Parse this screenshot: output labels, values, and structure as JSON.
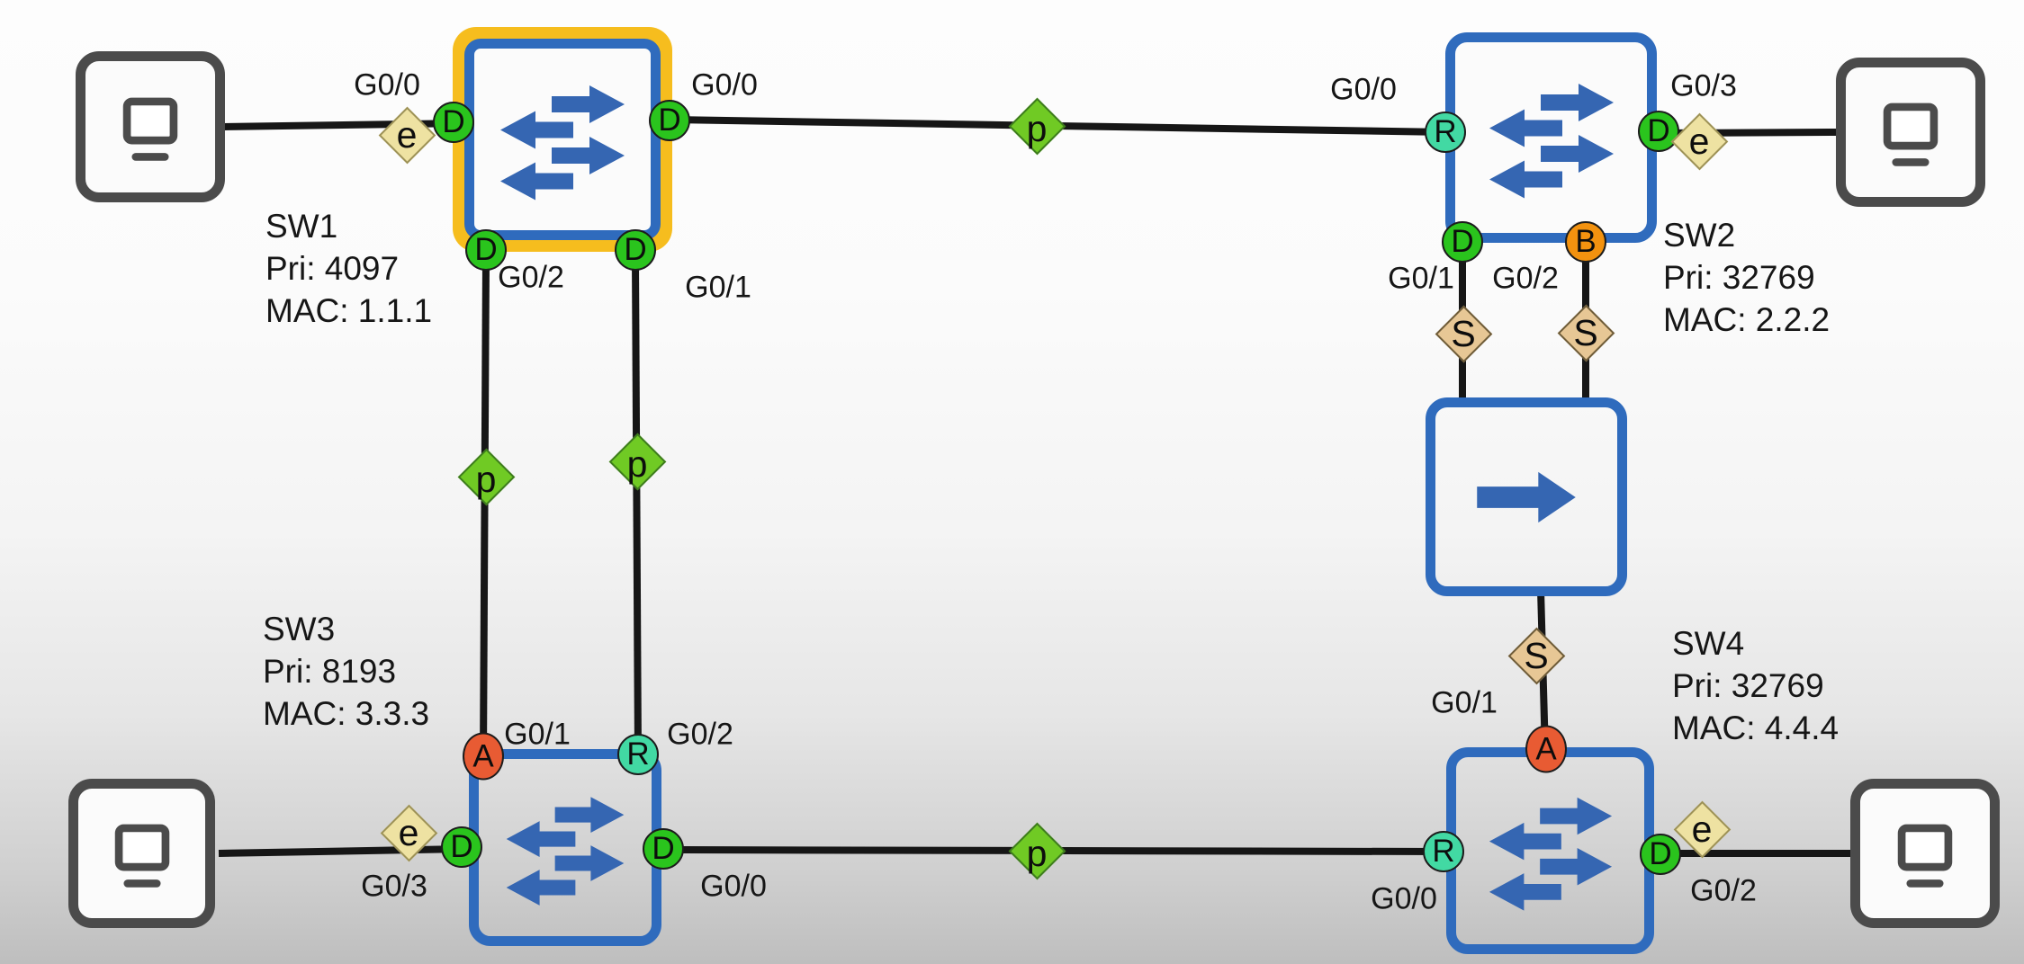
{
  "diagram_type": "spanning-tree-topology",
  "link_types": {
    "edge": "e",
    "p2p": "p",
    "shared": "S"
  },
  "switches": {
    "sw1": {
      "name": "SW1",
      "pri": "Pri: 4097",
      "mac": "MAC: 1.1.1",
      "root_bridge": true,
      "ports": {
        "left": {
          "if": "G0/0",
          "role": "D"
        },
        "right": {
          "if": "G0/0",
          "role": "D"
        },
        "bottom_left": {
          "if": "G0/2",
          "role": "D"
        },
        "bottom_right": {
          "if": "G0/1",
          "role": "D"
        }
      }
    },
    "sw2": {
      "name": "SW2",
      "pri": "Pri: 32769",
      "mac": "MAC: 2.2.2",
      "root_bridge": false,
      "ports": {
        "left": {
          "if": "G0/0",
          "role": "R"
        },
        "right": {
          "if": "G0/3",
          "role": "D"
        },
        "bottom_left": {
          "if": "G0/1",
          "role": "D"
        },
        "bottom_right": {
          "if": "G0/2",
          "role": "B"
        }
      }
    },
    "sw3": {
      "name": "SW3",
      "pri": "Pri: 8193",
      "mac": "MAC: 3.3.3",
      "root_bridge": false,
      "ports": {
        "top_left": {
          "if": "G0/1",
          "role": "A"
        },
        "top_right": {
          "if": "G0/2",
          "role": "R"
        },
        "left": {
          "if": "G0/3",
          "role": "D"
        },
        "right": {
          "if": "G0/0",
          "role": "D"
        }
      }
    },
    "sw4": {
      "name": "SW4",
      "pri": "Pri: 32769",
      "mac": "MAC: 4.4.4",
      "root_bridge": false,
      "ports": {
        "top": {
          "if": "G0/1",
          "role": "A"
        },
        "left": {
          "if": "G0/0",
          "role": "R"
        },
        "right": {
          "if": "G0/2",
          "role": "D"
        }
      }
    }
  },
  "other_devices": {
    "hub": "hub",
    "end_hosts": [
      "pc1",
      "pc2",
      "pc3",
      "pc4"
    ]
  },
  "links": [
    {
      "from": "PC1",
      "to": "SW1 G0/0",
      "type": "e"
    },
    {
      "from": "SW1 G0/0",
      "to": "SW2 G0/0",
      "type": "p"
    },
    {
      "from": "SW2 G0/3",
      "to": "PC2",
      "type": "e"
    },
    {
      "from": "SW1 G0/2",
      "to": "SW3 G0/1",
      "type": "p"
    },
    {
      "from": "SW1 G0/1",
      "to": "SW3 G0/2",
      "type": "p"
    },
    {
      "from": "SW2 G0/1",
      "to": "HUB",
      "type": "S"
    },
    {
      "from": "SW2 G0/2",
      "to": "HUB",
      "type": "S"
    },
    {
      "from": "HUB",
      "to": "SW4 G0/1",
      "type": "S"
    },
    {
      "from": "SW3 G0/0",
      "to": "SW4 G0/0",
      "type": "p"
    },
    {
      "from": "PC3",
      "to": "SW3 G0/3",
      "type": "e"
    },
    {
      "from": "SW4 G0/2",
      "to": "PC4",
      "type": "e"
    }
  ],
  "colors": {
    "designated": "#2ac41d",
    "root_port": "#42d9a3",
    "backup": "#f3920f",
    "alternate": "#e85b33",
    "edge_diamond": "#eee2a2",
    "p2p_diamond": "#70ca24",
    "shared_diamond": "#e7c795",
    "root_bridge_highlight": "#f6bd1e",
    "device_blue": "#2f6bbd",
    "pc_gray": "#4b4b4b",
    "link": "#161616"
  }
}
